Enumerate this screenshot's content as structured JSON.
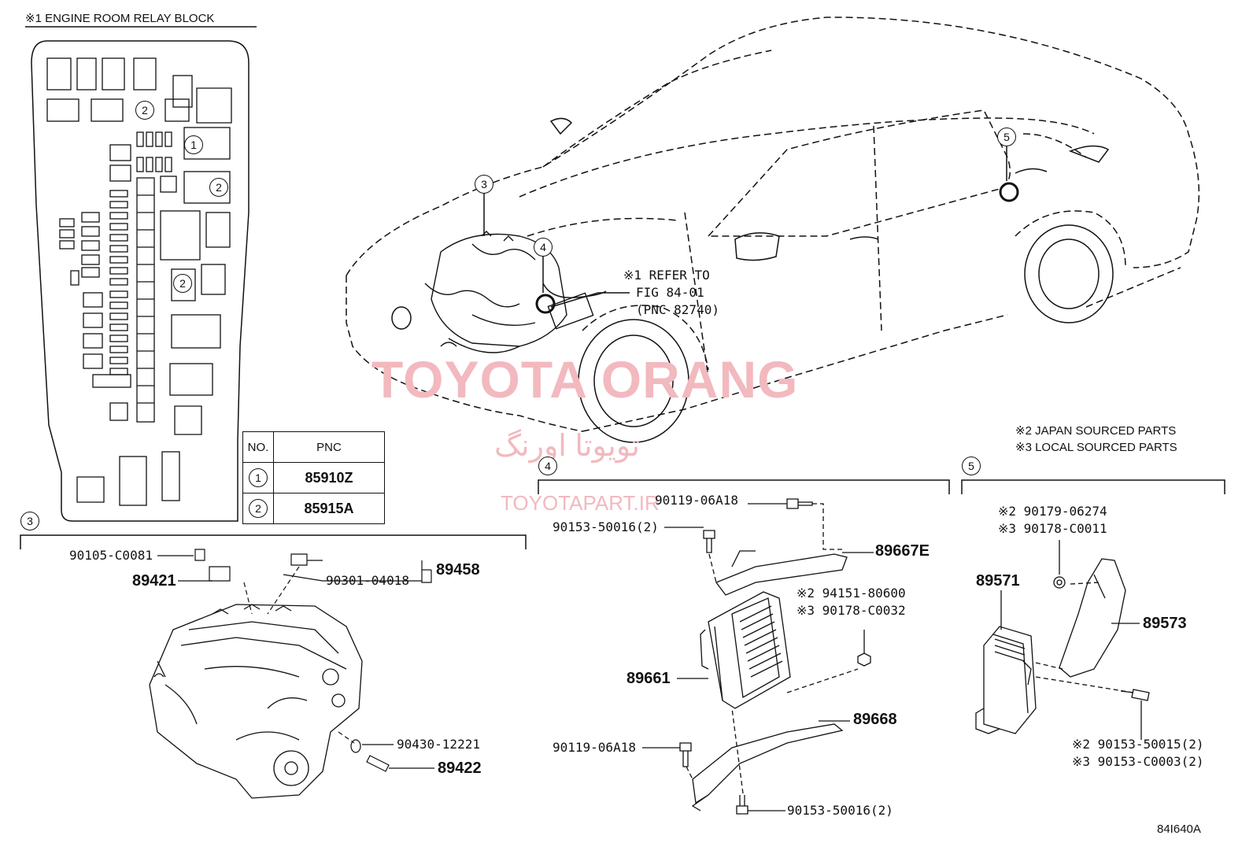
{
  "relay_block": {
    "title": "※1 ENGINE ROOM RELAY BLOCK",
    "callouts": [
      "2",
      "1",
      "2",
      "2"
    ],
    "table": {
      "headers": [
        "NO.",
        "PNC"
      ],
      "rows": [
        {
          "no": "1",
          "pnc": "85910Z"
        },
        {
          "no": "2",
          "pnc": "85915A"
        }
      ]
    }
  },
  "vehicle": {
    "callouts": [
      "3",
      "4",
      "5"
    ],
    "refer_note": [
      "※1 REFER TO",
      "FIG 84-01",
      "(PNC 82740)"
    ]
  },
  "notes": [
    "※2 JAPAN SOURCED PARTS",
    "※3 LOCAL SOURCED PARTS"
  ],
  "section3": {
    "label": "3",
    "parts": {
      "p1": "90105-C0081",
      "p2": "89421",
      "p3": "89458",
      "p4": "90301-04018",
      "p5": "90430-12221",
      "p6": "89422"
    }
  },
  "section4": {
    "label": "4",
    "parts": {
      "p1": "90119-06A18",
      "p2": "90153-50016(2)",
      "p3": "89667E",
      "p4": "※2 94151-80600",
      "p5": "※3 90178-C0032",
      "p6": "89661",
      "p7": "89668",
      "p8": "90119-06A18",
      "p9": "90153-50016(2)"
    }
  },
  "section5": {
    "label": "5",
    "parts": {
      "p1": "※2 90179-06274",
      "p2": "※3 90178-C0011",
      "p3": "89571",
      "p4": "89573",
      "p5": "※2 90153-50015(2)",
      "p6": "※3 90153-C0003(2)"
    }
  },
  "watermark": {
    "line1": "TOYOTA ORANG",
    "line2": "تویوتا اورنگ",
    "line3": "TOYOTAPART.IR"
  },
  "figure_id": "84I640A",
  "colors": {
    "ink": "#111111",
    "watermark": "#f2b9bf"
  }
}
